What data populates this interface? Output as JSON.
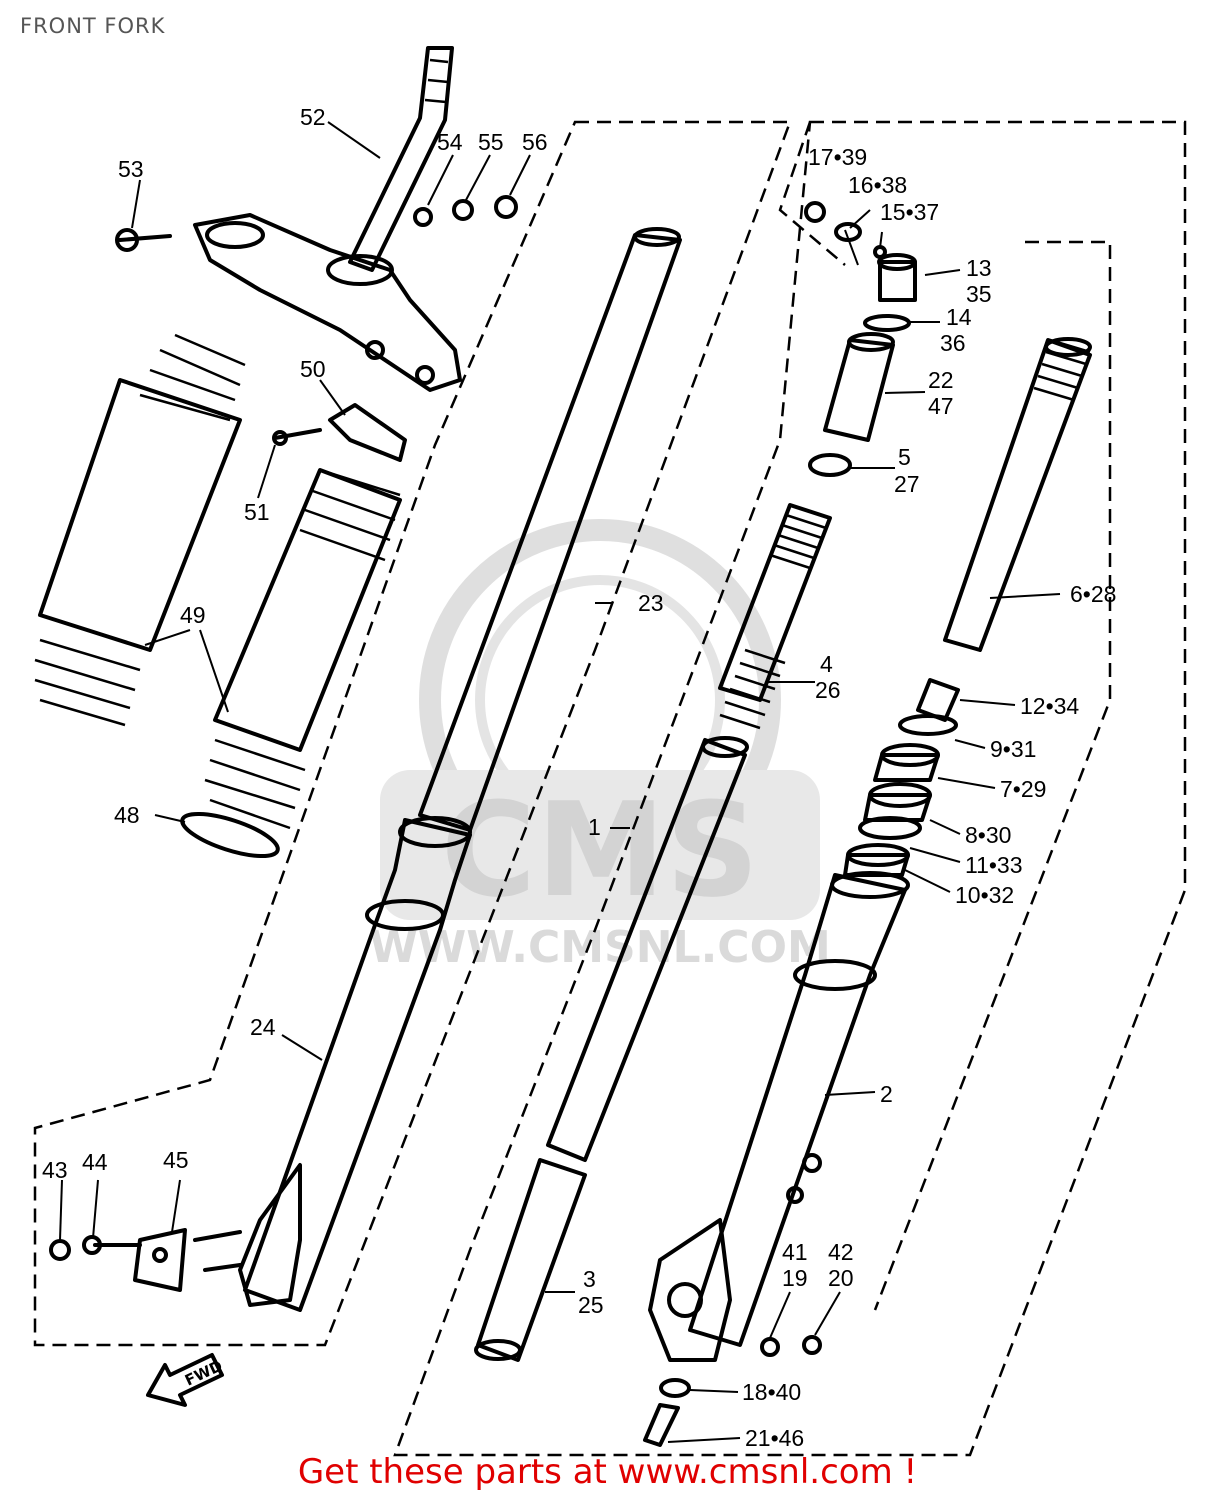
{
  "page_title": "FRONT FORK",
  "footer_text": "Get these parts at www.cmsnl.com !",
  "watermark_text": "CMS",
  "watermark_url": "WWW.CMSNL.COM",
  "direction_label": "FWD",
  "labels": {
    "l52": "52",
    "l53": "53",
    "l54": "54",
    "l55": "55",
    "l56": "56",
    "l50": "50",
    "l51": "51",
    "l49": "49",
    "l48": "48",
    "l24": "24",
    "l43": "43",
    "l44": "44",
    "l45": "45",
    "l23": "23",
    "l1": "1",
    "l3": "3",
    "l25": "25",
    "l17_39": "17•39",
    "l16_38": "16•38",
    "l15_37": "15•37",
    "l13": "13",
    "l35": "35",
    "l14": "14",
    "l36": "36",
    "l22": "22",
    "l47": "47",
    "l5": "5",
    "l27": "27",
    "l4": "4",
    "l26": "26",
    "l6_28": "6•28",
    "l12_34": "12•34",
    "l9_31": "9•31",
    "l7_29": "7•29",
    "l8_30": "8•30",
    "l11_33": "11•33",
    "l10_32": "10•32",
    "l2": "2",
    "l41": "41",
    "l19": "19",
    "l42": "42",
    "l20": "20",
    "l18_40": "18•40",
    "l21_46": "21•46"
  },
  "colors": {
    "footer": "#e00000",
    "title": "#555555",
    "watermark": "#d9d9d9"
  }
}
